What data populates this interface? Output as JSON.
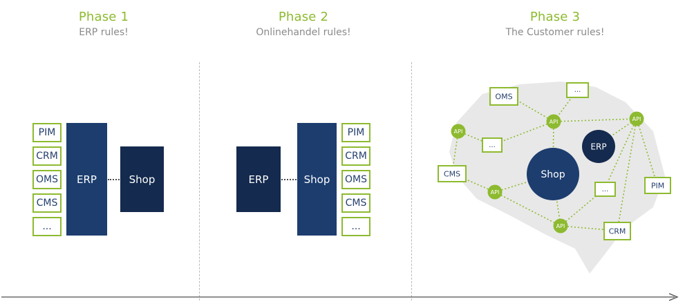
{
  "phases": [
    {
      "title": "Phase 1",
      "subtitle": "ERP rules!"
    },
    {
      "title": "Phase 2",
      "subtitle": "Onlinehandel rules!"
    },
    {
      "title": "Phase 3",
      "subtitle": "The Customer rules!"
    }
  ],
  "phase1": {
    "modules": [
      "PIM",
      "CRM",
      "OMS",
      "CMS",
      "..."
    ],
    "erp_label": "ERP",
    "shop_label": "Shop"
  },
  "phase2": {
    "erp_label": "ERP",
    "shop_label": "Shop",
    "modules": [
      "PIM",
      "CRM",
      "OMS",
      "CMS",
      "..."
    ]
  },
  "phase3": {
    "boxes": {
      "oms": "OMS",
      "ellipsis_top": "...",
      "ellipsis_left": "...",
      "cms": "CMS",
      "ellipsis_right": "...",
      "pim": "PIM",
      "crm": "CRM"
    },
    "api_label": "API",
    "shop_label": "Shop",
    "erp_label": "ERP"
  },
  "colors": {
    "green": "#8dba2f",
    "navy": "#1c3d6e",
    "navy_dark": "#142a4e",
    "cloud": "#e8e8e8",
    "subtitle_gray": "#8a8a8a"
  }
}
